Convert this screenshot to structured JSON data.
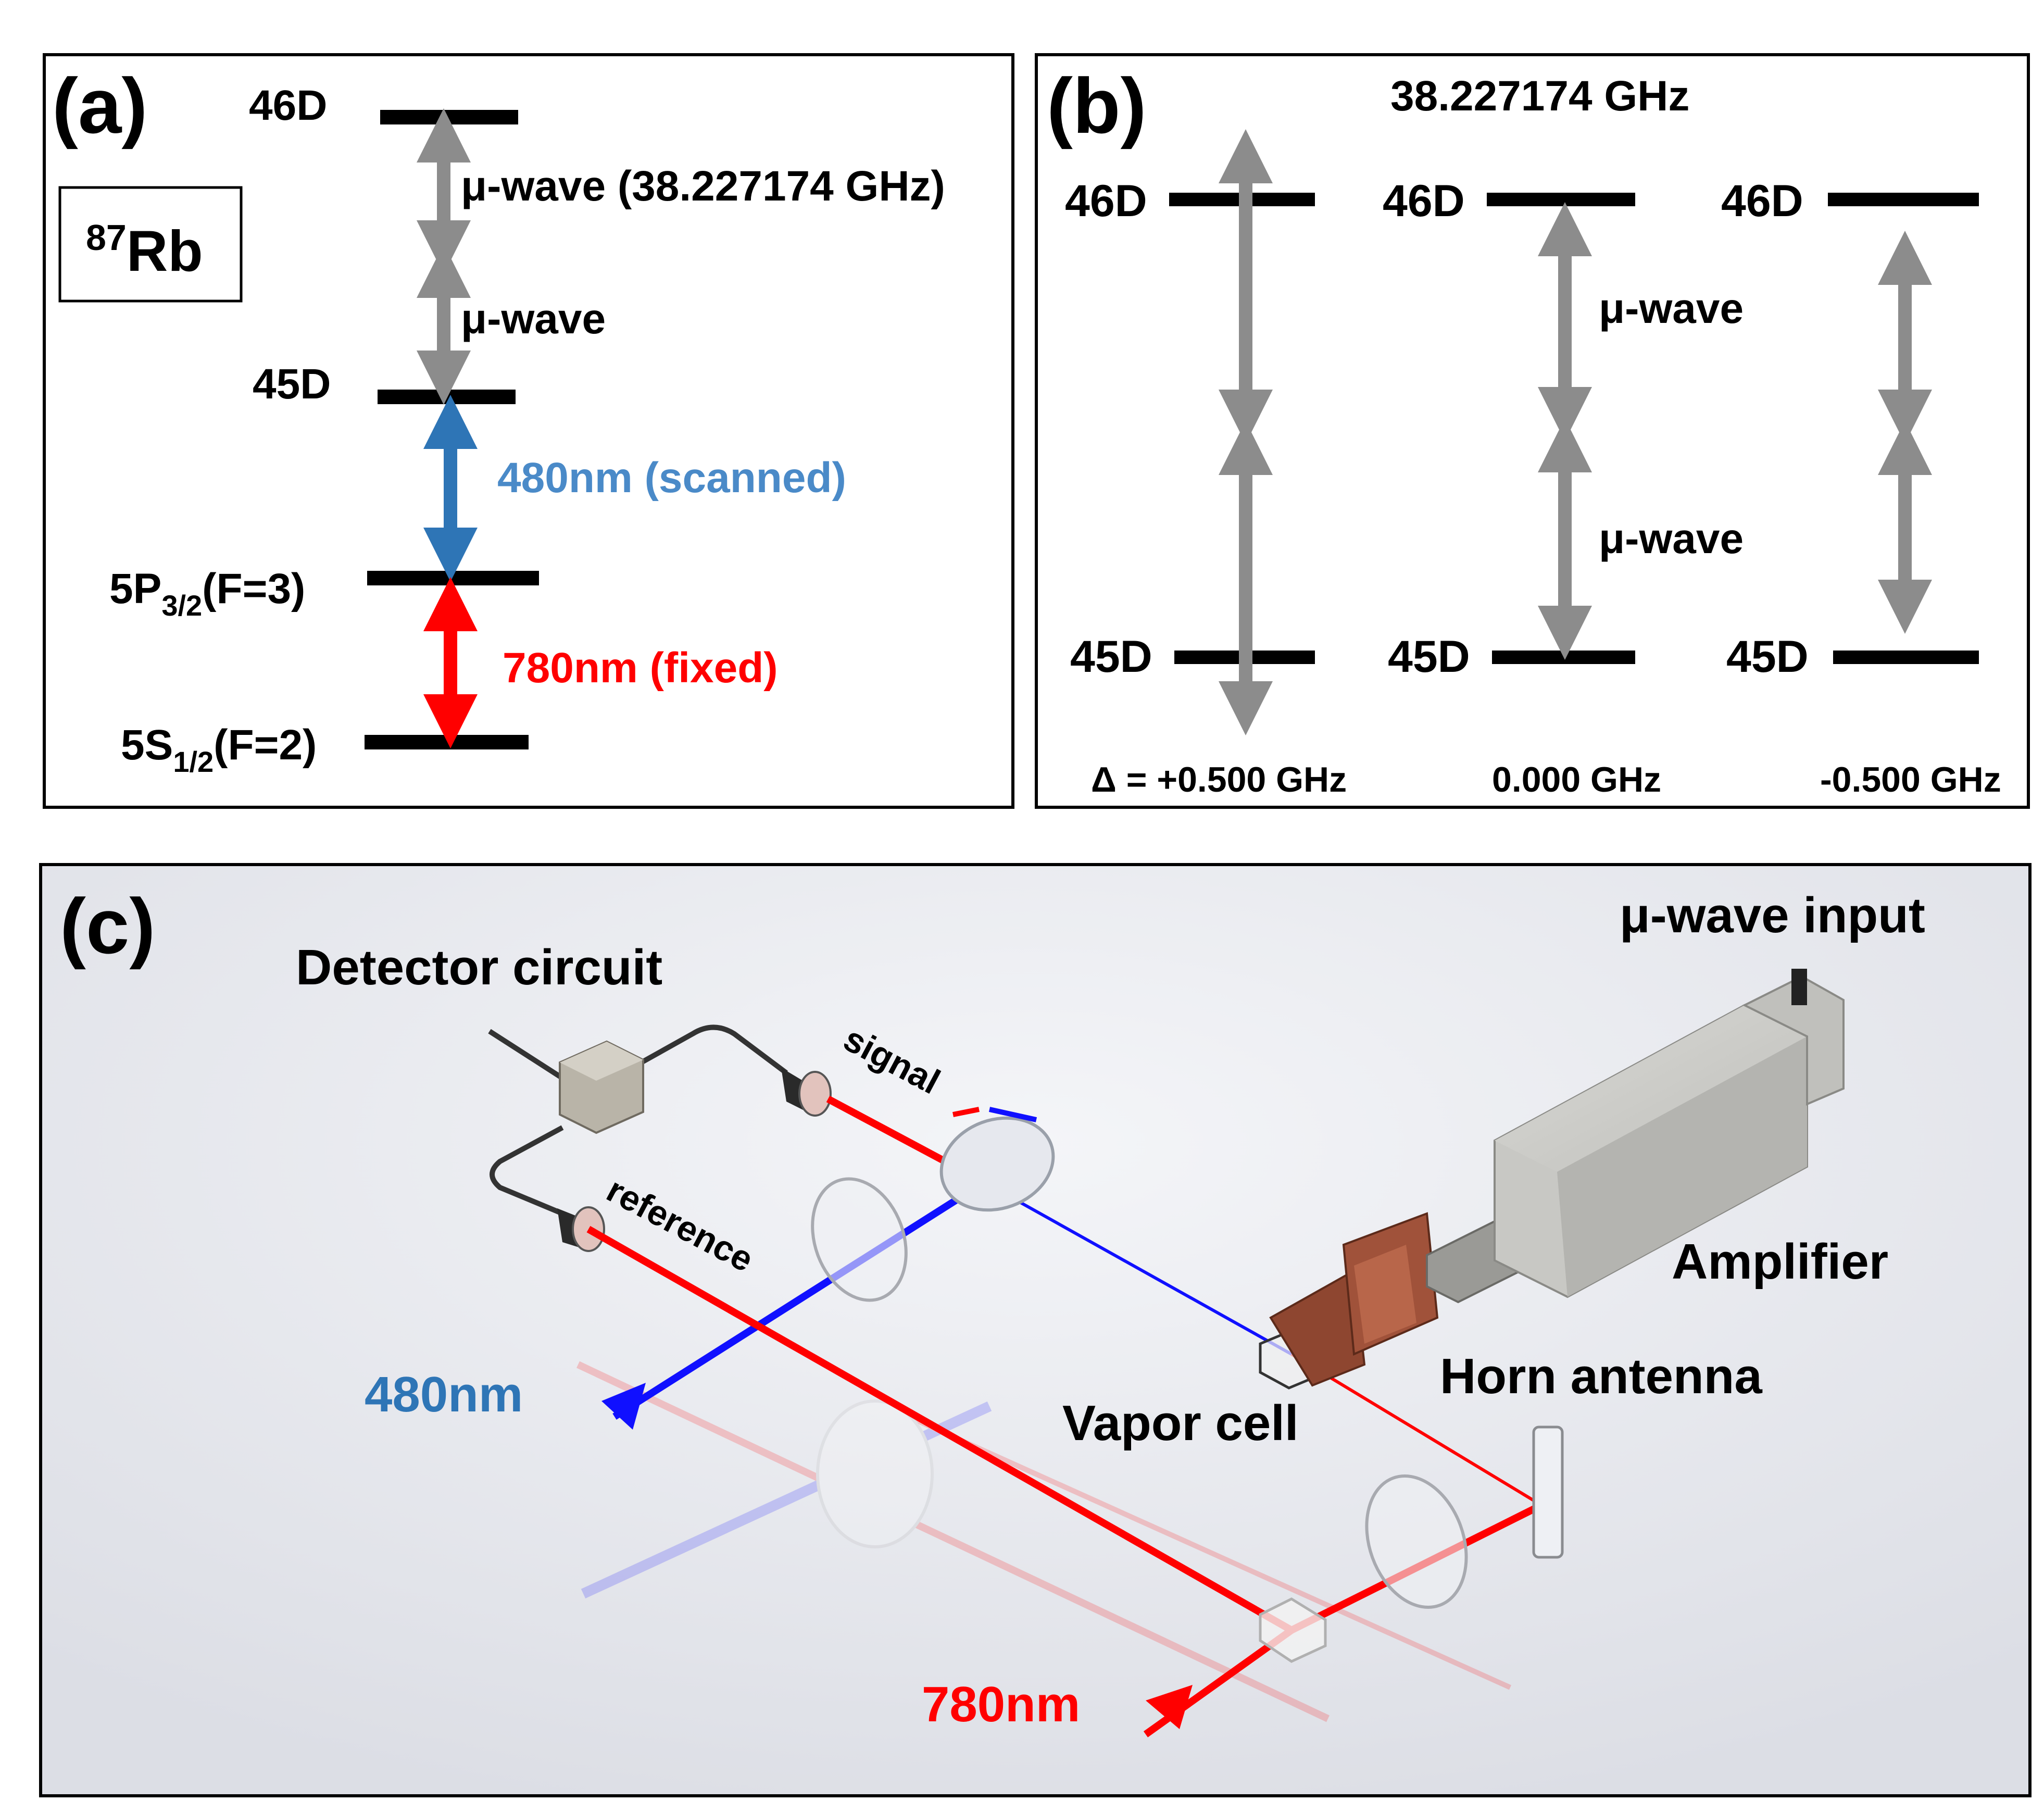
{
  "colors": {
    "black": "#000000",
    "gray_arrow": "#8c8c8c",
    "blue_arrow": "#2e75b6",
    "blue_text": "#4a8ac8",
    "red": "#ff0000",
    "blue_beam": "#1010ff",
    "copper": "#a0523a"
  },
  "panel_a": {
    "letter": "(a)",
    "isotope_mass": "87",
    "isotope_symbol": "Rb",
    "level_46D": "46D",
    "level_45D": "45D",
    "level_5P_main": "5P",
    "level_5P_sub": "3/2",
    "level_5P_tail": "(F=3)",
    "level_5S_main": "5S",
    "level_5S_sub": "1/2",
    "level_5S_tail": "(F=2)",
    "mw_label_1": "μ-wave (38.227174 GHz)",
    "mw_label_2": "μ-wave",
    "blue_label": "480nm (scanned)",
    "red_label": "780nm (fixed)"
  },
  "panel_b": {
    "letter": "(b)",
    "freq_title": "38.227174 GHz",
    "cols": [
      {
        "upper": "46D",
        "lower": "45D",
        "detuning": "Δ = +0.500 GHz"
      },
      {
        "upper": "46D",
        "lower": "45D",
        "detuning": "0.000 GHz"
      },
      {
        "upper": "46D",
        "lower": "45D",
        "detuning": "-0.500 GHz"
      }
    ],
    "mw_label_upper": "μ-wave",
    "mw_label_lower": "μ-wave"
  },
  "panel_c": {
    "letter": "(c)",
    "detector": "Detector circuit",
    "signal": "signal",
    "reference": "reference",
    "mw_input": "μ-wave input",
    "amplifier": "Amplifier",
    "horn": "Horn antenna",
    "vapor": "Vapor cell",
    "blue_laser": "480nm",
    "red_laser": "780nm"
  }
}
